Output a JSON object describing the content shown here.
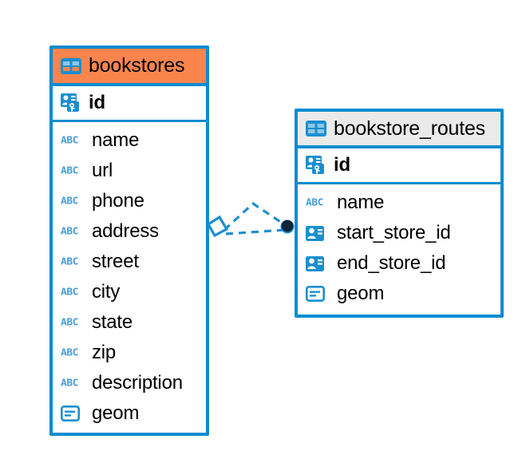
{
  "diagram": {
    "type": "entity-relationship-diagram",
    "background_color": "#ffffff",
    "accent_color": "#0b8cd0",
    "highlight_color": "#f9854d",
    "header_gray": "#eaeaea"
  },
  "entities": [
    {
      "name": "bookstores",
      "title": "bookstores",
      "header_color": "#f9854d",
      "table_icon": "table-icon",
      "primary_key": {
        "label": "id",
        "icon": "primary-key-icon"
      },
      "fields": [
        {
          "label": "name",
          "icon": "abc-icon",
          "icon_text": "ABC"
        },
        {
          "label": "url",
          "icon": "abc-icon",
          "icon_text": "ABC"
        },
        {
          "label": "phone",
          "icon": "abc-icon",
          "icon_text": "ABC"
        },
        {
          "label": "address",
          "icon": "abc-icon",
          "icon_text": "ABC"
        },
        {
          "label": "street",
          "icon": "abc-icon",
          "icon_text": "ABC"
        },
        {
          "label": "city",
          "icon": "abc-icon",
          "icon_text": "ABC"
        },
        {
          "label": "state",
          "icon": "abc-icon",
          "icon_text": "ABC"
        },
        {
          "label": "zip",
          "icon": "abc-icon",
          "icon_text": "ABC"
        },
        {
          "label": "description",
          "icon": "abc-icon",
          "icon_text": "ABC"
        },
        {
          "label": "geom",
          "icon": "geometry-icon"
        }
      ]
    },
    {
      "name": "bookstore_routes",
      "title": "bookstore_routes",
      "header_color": "#eaeaea",
      "table_icon": "table-icon",
      "primary_key": {
        "label": "id",
        "icon": "primary-key-icon"
      },
      "fields": [
        {
          "label": "name",
          "icon": "abc-icon",
          "icon_text": "ABC"
        },
        {
          "label": "start_store_id",
          "icon": "foreign-key-icon"
        },
        {
          "label": "end_store_id",
          "icon": "foreign-key-icon"
        },
        {
          "label": "geom",
          "icon": "geometry-icon"
        }
      ]
    }
  ],
  "relationship": {
    "from_entity": "bookstores",
    "to_entity": "bookstore_routes",
    "source_marker": "diamond-marker",
    "target_marker": "filled-circle-marker",
    "line_style": "dashed",
    "line_color": "#0b8cd0",
    "edge_count": 2
  }
}
